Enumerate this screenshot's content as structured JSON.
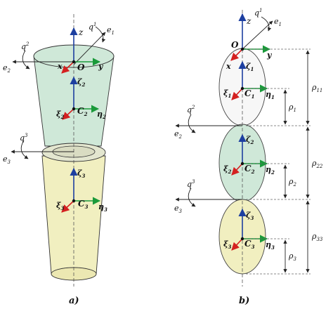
{
  "colors": {
    "green_body": "#cfe8d8",
    "yellow_body": "#f1efc0",
    "white_body": "#f7f7f7",
    "axis_blue": "#1d3fa0",
    "axis_green": "#1a9a3a",
    "axis_red": "#d42020"
  },
  "panel_a": {
    "caption": "a)",
    "joint1": {
      "q": "q",
      "q_sup": "1",
      "e": "e",
      "e_sub": "1"
    },
    "joint2": {
      "q": "q",
      "q_sup": "2",
      "e": "e",
      "e_sub": "2"
    },
    "joint3": {
      "q": "q",
      "q_sup": "3",
      "e": "e",
      "e_sub": "3"
    },
    "base": {
      "origin": "O",
      "x": "x",
      "y": "y",
      "z": "z"
    },
    "body1": {
      "zeta": "ζ",
      "zeta_sub": "2",
      "xi": "ξ",
      "xi_sub": "2",
      "center": "C",
      "center_sub": "2",
      "eta": "η",
      "eta_sub": "2"
    },
    "body2": {
      "zeta": "ζ",
      "zeta_sub": "3",
      "xi": "ξ",
      "xi_sub": "3",
      "center": "C",
      "center_sub": "3",
      "eta": "η",
      "eta_sub": "3"
    }
  },
  "panel_b": {
    "caption": "b)",
    "joint1": {
      "q": "q",
      "q_sup": "1",
      "e": "e",
      "e_sub": "1"
    },
    "joint2": {
      "q": "q",
      "q_sup": "2",
      "e": "e",
      "e_sub": "2"
    },
    "joint3": {
      "q": "q",
      "q_sup": "3",
      "e": "e",
      "e_sub": "3"
    },
    "base": {
      "origin": "O",
      "x": "x",
      "y": "y",
      "z": "z"
    },
    "body1": {
      "zeta": "ζ",
      "zeta_sub": "1",
      "xi": "ξ",
      "xi_sub": "1",
      "center": "C",
      "center_sub": "1",
      "eta": "η",
      "eta_sub": "1"
    },
    "body2": {
      "zeta": "ζ",
      "zeta_sub": "2",
      "xi": "ξ",
      "xi_sub": "2",
      "center": "C",
      "center_sub": "2",
      "eta": "η",
      "eta_sub": "2"
    },
    "body3": {
      "zeta": "ζ",
      "zeta_sub": "3",
      "xi": "ξ",
      "xi_sub": "3",
      "center": "C",
      "center_sub": "3",
      "eta": "η",
      "eta_sub": "3"
    },
    "dimensions": {
      "rho11": {
        "sym": "ρ",
        "sub": "11"
      },
      "rho22": {
        "sym": "ρ",
        "sub": "22"
      },
      "rho33": {
        "sym": "ρ",
        "sub": "33"
      },
      "rho1": {
        "sym": "ρ",
        "sub": "1"
      },
      "rho2": {
        "sym": "ρ",
        "sub": "2"
      },
      "rho3": {
        "sym": "ρ",
        "sub": "3"
      }
    }
  }
}
